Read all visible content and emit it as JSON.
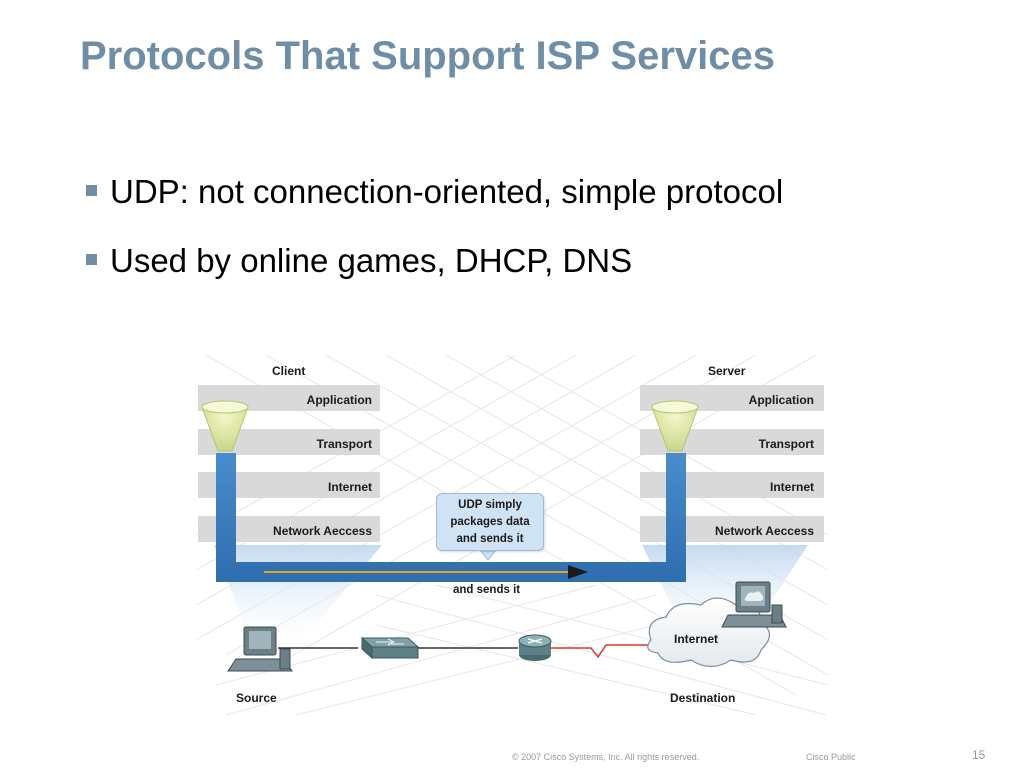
{
  "slide": {
    "title": "Protocols That Support ISP Services",
    "bullets": [
      "UDP:  not connection-oriented, simple protocol",
      "Used by online games, DHCP, DNS"
    ]
  },
  "diagram": {
    "client_label": "Client",
    "server_label": "Server",
    "layers": [
      "Application",
      "Transport",
      "Internet",
      "Network Aeccess"
    ],
    "callout_lines": [
      "UDP simply",
      "packages data",
      "and sends it"
    ],
    "arrow_caption": "and sends it",
    "internet_cloud_label": "Internet",
    "source_label": "Source",
    "destination_label": "Destination",
    "colors": {
      "pipe": "#3d7fc0",
      "layer_band": "#d9d9d9",
      "arrow_line": "#e0a020",
      "wan_link": "#d23a2a"
    }
  },
  "footer": {
    "copyright": "© 2007 Cisco Systems, Inc. All rights reserved.",
    "classification": "Cisco Public",
    "page_number": "15"
  }
}
